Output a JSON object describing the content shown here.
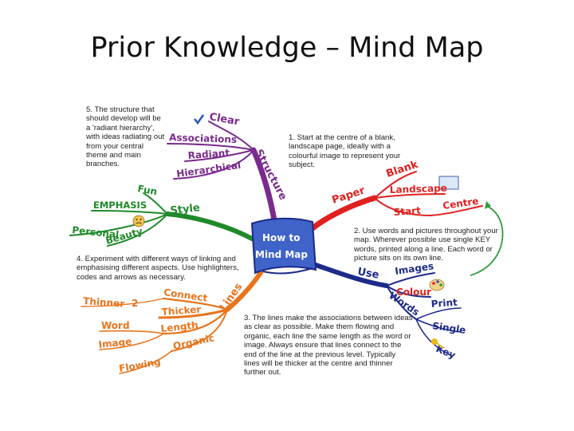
{
  "title": "Prior Knowledge – Mind Map",
  "center": {
    "line1": "How to",
    "line2": "Mind Map"
  },
  "steps": {
    "s1": "1. Start at the centre of a blank, landscape page, ideally with a colourful image to represent your subject.",
    "s2": "2. Use words and pictures throughout your map. Wherever possible use single KEY words, printed along a line. Each word or picture sits on its own line.",
    "s3": "3. The lines make the associations between ideas as clear as possible. Make them flowing and organic, each line the same length as the word or image. Always ensure that lines connect to the end of the line at the previous level. Typically lines will be thicker at the centre and thinner further out.",
    "s4": "4. Experiment with different ways of linking and emphasising different aspects. Use highlighters, codes and arrows as necessary.",
    "s5": "5. The structure that should develop will be a 'radiant hierarchy', with ideas radiating out from your central theme and main branches."
  },
  "branches": {
    "structure": {
      "label": "Structure",
      "color": "#7a2a8c",
      "children": [
        "Clear",
        "Associations",
        "Radiant",
        "Hierarchical"
      ]
    },
    "paper": {
      "label": "Paper",
      "color": "#e02020",
      "children": [
        "Blank",
        "Landscape",
        "Centre",
        "Start"
      ]
    },
    "use": {
      "label": "Use",
      "color": "#1c2a8a",
      "children": [
        "Images",
        "Colour",
        "Words",
        "Print",
        "Single",
        "Key"
      ]
    },
    "lines": {
      "label": "Lines",
      "color": "#e8741c",
      "children": [
        "Connect",
        "Thinner",
        "2",
        "Thicker",
        "Length",
        "Word",
        "Image",
        "Organic",
        "Flowing"
      ]
    },
    "style": {
      "label": "Style",
      "color": "#1f8a2a",
      "children": [
        "Fun",
        "EMPHASIS",
        "Personal",
        "Beauty"
      ]
    }
  }
}
